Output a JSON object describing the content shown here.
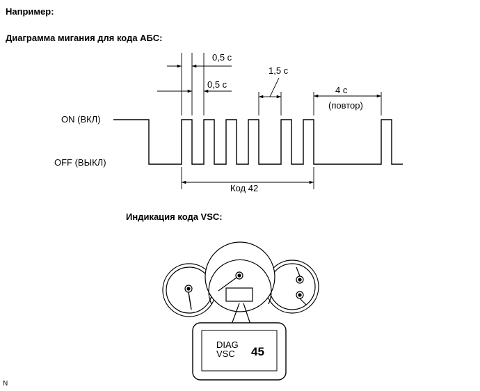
{
  "header": {
    "example": "Например:",
    "abs_title": "Диаграмма мигания для кода АБС:",
    "vsc_title": "Индикация кода VSC:"
  },
  "diagram": {
    "on_label": "ON (ВКЛ)",
    "off_label": "OFF (ВЫКЛ)",
    "t1_label": "0,5 с",
    "t2_label": "0,5 с",
    "t3_label": "1,5 с",
    "t4_label": "4 с",
    "t4_sub": "(повтор)",
    "code_label": "Код 42"
  },
  "display": {
    "line1": "DIAG",
    "line2": "VSC",
    "code": "45"
  },
  "footer": {
    "mark": "N"
  }
}
